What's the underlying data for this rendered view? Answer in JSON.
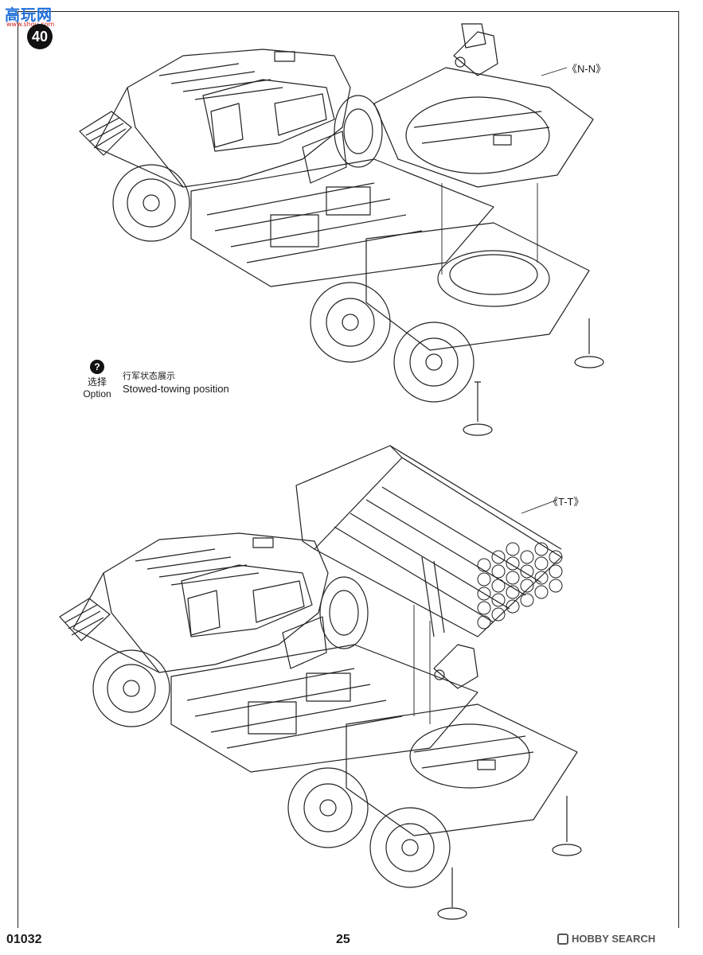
{
  "watermark": {
    "title": "高玩网",
    "url": "www.shou.com"
  },
  "step": {
    "number": "40"
  },
  "top_view": {
    "callout": "《N-N》"
  },
  "option": {
    "icon": "?",
    "label_cn": "选择",
    "label_en": "Option"
  },
  "stowed": {
    "label_cn": "行军状态展示",
    "label_en": "Stowed-towing position"
  },
  "bottom_view": {
    "callout": "《T-T》"
  },
  "footer": {
    "code": "01032",
    "page": "25",
    "brand": "HOBBY SEARCH"
  }
}
